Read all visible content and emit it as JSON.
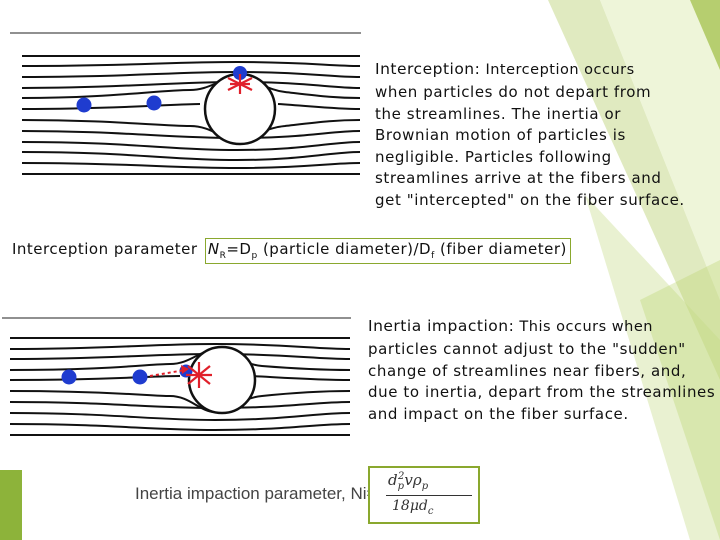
{
  "interception": {
    "heading": "Interception:",
    "heading_rest": " Interception occurs",
    "lines": [
      "when particles do not depart from",
      "the streamlines. The inertia or",
      "Brownian motion of particles is",
      "negligible. Particles following",
      "streamlines arrive at the fibers and",
      "get \"intercepted\" on the fiber surface."
    ],
    "parameter": {
      "prefix": "Interception parameter ",
      "n": "N",
      "n_sub": "R",
      "eq": "=D",
      "dp_sub": "p",
      "mid": " (particle diameter)/D",
      "df_sub": "f",
      "end": " (fiber diameter)"
    }
  },
  "impaction": {
    "heading": "Inertia impaction:",
    "heading_rest": " This occurs when",
    "lines": [
      "particles cannot adjust to the \"sudden\"",
      "change of streamlines near fibers, and,",
      "due to inertia, depart from the streamlines",
      "and impact on the fiber surface."
    ],
    "parameter_label": "Inertia impaction parameter, Ni= C",
    "formula": {
      "numerator": "d",
      "num_sub": "p",
      "num_sup": "2",
      "num_rest": "vρ",
      "num_rest_sub": "p",
      "denominator": "18μd",
      "den_sub": "c"
    }
  },
  "colors": {
    "accent_green": "#8aa82e",
    "particle_blue": "#1f3ccf",
    "impact_red": "#e0202a"
  }
}
